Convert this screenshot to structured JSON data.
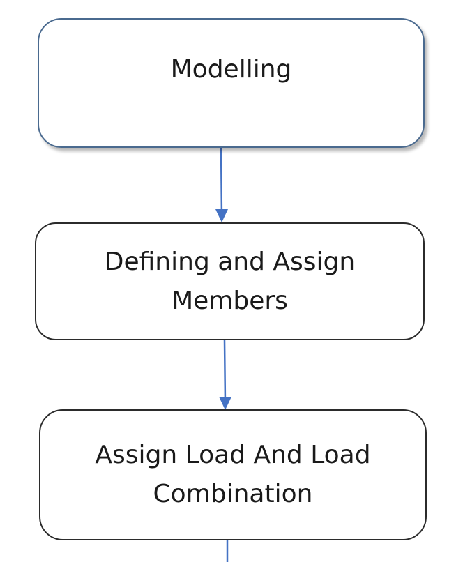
{
  "diagram": {
    "nodes": [
      {
        "id": "modelling",
        "label": "Modelling"
      },
      {
        "id": "defining-members",
        "label": "Defining and Assign\nMembers"
      },
      {
        "id": "assign-load",
        "label": "Assign Load And Load\nCombination"
      }
    ],
    "edges": [
      {
        "from": "modelling",
        "to": "defining-members"
      },
      {
        "from": "defining-members",
        "to": "assign-load"
      },
      {
        "from": "assign-load",
        "to": ""
      }
    ],
    "colors": {
      "connector": "#4472c4",
      "first_box_border": "#4a6a8f",
      "box_border": "#2b2b2b",
      "text": "#1a1a1a"
    }
  }
}
